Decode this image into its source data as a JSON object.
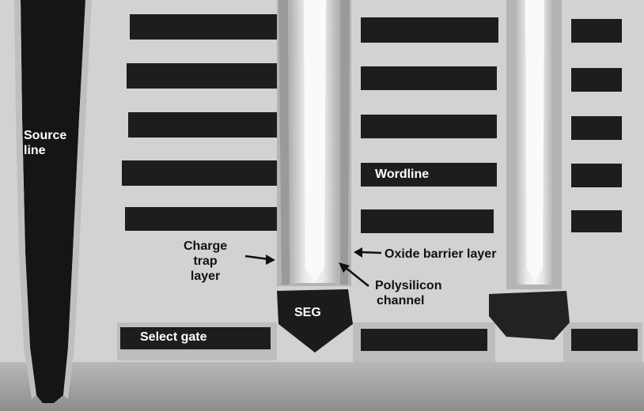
{
  "labels": {
    "source_line": [
      "Source",
      "line"
    ],
    "wordline": "Wordline",
    "charge_trap": [
      "Charge",
      "trap",
      "layer"
    ],
    "oxide_barrier": "Oxide barrier layer",
    "polysilicon": [
      "Polysilicon",
      "channel"
    ],
    "seg": "SEG",
    "select_gate": "Select gate"
  }
}
